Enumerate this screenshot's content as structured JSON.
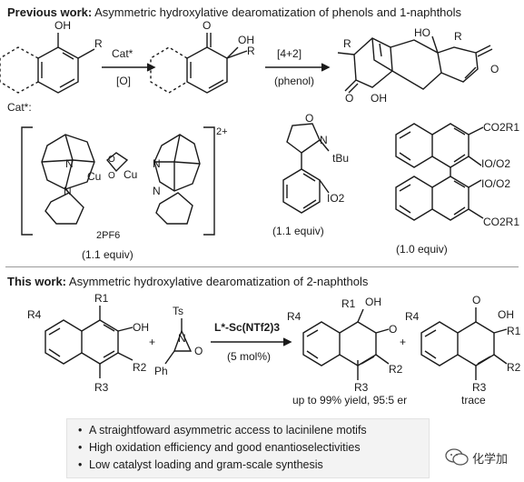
{
  "previous": {
    "heading_bold": "Previous work:",
    "heading_rest": " Asymmetric hydroxylative dearomatization of phenols and 1-naphthols",
    "cat_label": "Cat*",
    "oxidant_label": "[O]",
    "da_label": "[4+2]",
    "phenol_label": "(phenol)",
    "catalysts_caption": "Cat*:",
    "cu_equiv": "(1.1 equiv)",
    "iodine_equiv": "(1.1 equiv)",
    "binaphthyl_equiv": "(1.0 equiv)",
    "cu_charge": "2+",
    "pf6": "2PF6"
  },
  "this_work": {
    "heading_bold": "This work:",
    "heading_rest": " Asymmetric hydroxylative dearomatization of 2-naphthols",
    "catalyst_label": "L*-Sc(NTf2)3",
    "loading_label": "(5 mol%)",
    "yield_label": "up to 99% yield, 95:5 er",
    "trace_label": "trace",
    "plus": "+"
  },
  "highlights": [
    "A straightfoward asymmetric access to lacinilene motifs",
    "High oxidation efficiency and good enantioselectivities",
    "Low catalyst loading and gram-scale synthesis"
  ],
  "watermark": {
    "text": "化学加"
  }
}
